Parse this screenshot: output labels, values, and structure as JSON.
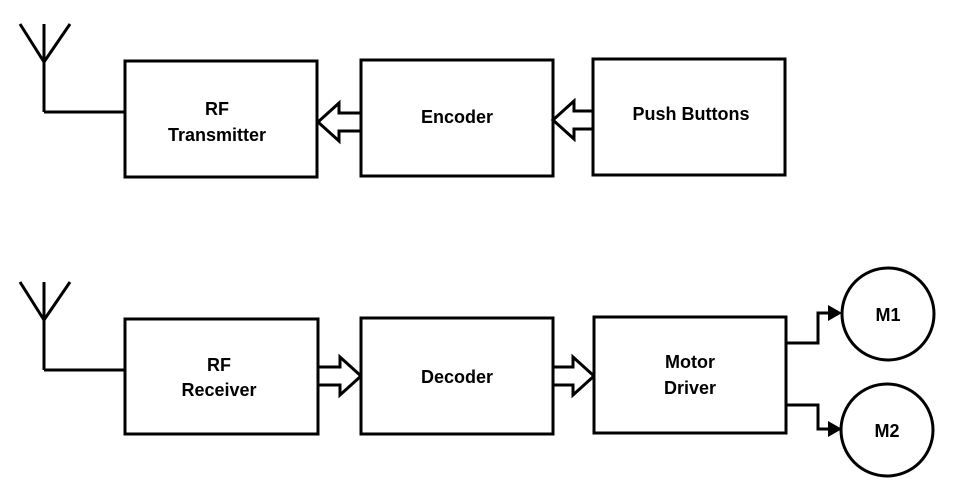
{
  "transmitter_chain": {
    "rf_transmitter": {
      "line1": "RF",
      "line2": "Transmitter"
    },
    "encoder": {
      "label": "Encoder"
    },
    "push_buttons": {
      "label": "Push Buttons"
    }
  },
  "receiver_chain": {
    "rf_receiver": {
      "line1": "RF",
      "line2": "Receiver"
    },
    "decoder": {
      "label": "Decoder"
    },
    "motor_driver": {
      "line1": "Motor",
      "line2": "Driver"
    },
    "motor_1": {
      "label": "M1"
    },
    "motor_2": {
      "label": "M2"
    }
  },
  "colors": {
    "stroke": "#000000",
    "background": "#ffffff"
  }
}
